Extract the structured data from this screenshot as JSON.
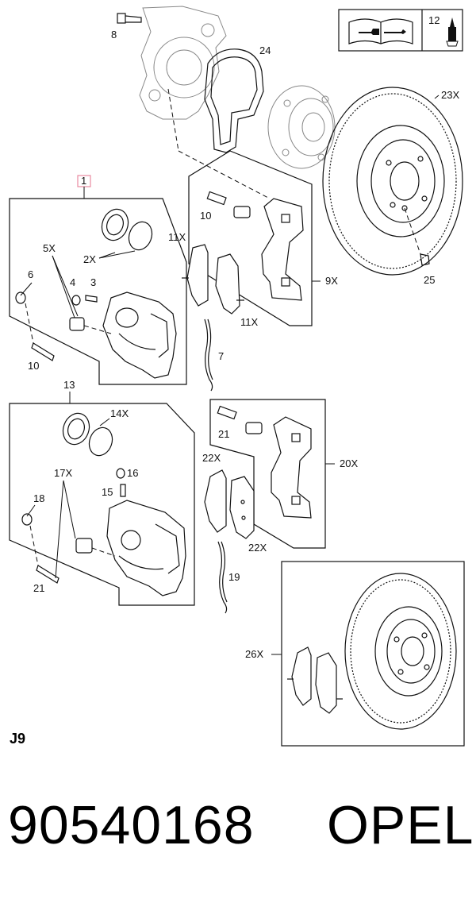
{
  "callouts": {
    "c8": "8",
    "c24": "24",
    "c12": "12",
    "c23x": "23X",
    "c1": "1",
    "c9x": "9X",
    "c10a": "10",
    "c11xa": "11X",
    "c11xb": "11X",
    "c7": "7",
    "c25": "25",
    "c5x": "5X",
    "c6": "6",
    "c4": "4",
    "c3": "3",
    "c2x": "2X",
    "c10b": "10",
    "c13": "13",
    "c14x": "14X",
    "c17x": "17X",
    "c16": "16",
    "c15": "15",
    "c18": "18",
    "c21a": "21",
    "c21b": "21",
    "c20x": "20X",
    "c22xa": "22X",
    "c22xb": "22X",
    "c19": "19",
    "c26x": "26X"
  },
  "page_code": "J9",
  "part_number": "90540168",
  "brand": "OPEL",
  "colors": {
    "highlight_box": "#e88aa0",
    "line": "#111111",
    "faint": "#888888"
  },
  "icons": {
    "manual": "repair-manual-icon",
    "lubricant": "grease-tube-icon"
  }
}
